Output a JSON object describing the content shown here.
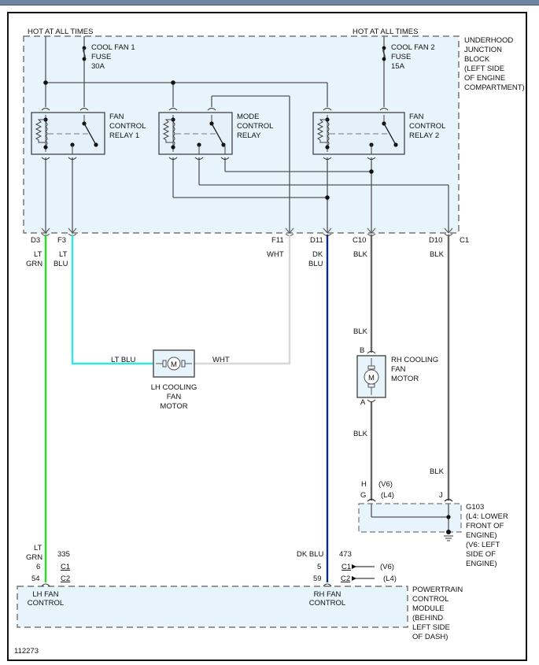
{
  "diagram": {
    "id_number": "112273",
    "hot_at_all_times_left": "HOT AT ALL TIMES",
    "hot_at_all_times_right": "HOT AT ALL TIMES",
    "fuse1": {
      "line1": "COOL FAN 1",
      "line2": "FUSE",
      "line3": "30A"
    },
    "fuse2": {
      "line1": "COOL FAN 2",
      "line2": "FUSE",
      "line3": "15A"
    },
    "junction_block": {
      "lines": [
        "UNDERHOOD",
        "JUNCTION",
        "BLOCK",
        "(LEFT SIDE",
        "OF ENGINE",
        "COMPARTMENT)"
      ]
    },
    "relays": [
      {
        "name": "fan-control-relay-1",
        "lines": [
          "FAN",
          "CONTROL",
          "RELAY 1"
        ]
      },
      {
        "name": "mode-control-relay",
        "lines": [
          "MODE",
          "CONTROL",
          "RELAY"
        ]
      },
      {
        "name": "fan-control-relay-2",
        "lines": [
          "FAN",
          "CONTROL",
          "RELAY 2"
        ]
      }
    ],
    "junction_pins": {
      "d3": "D3",
      "f3": "F3",
      "f11": "F11",
      "d11": "D11",
      "c10": "C10",
      "d10": "D10",
      "c1": "C1"
    },
    "wire_labels": {
      "d3": [
        "LT",
        "GRN"
      ],
      "f3": [
        "LT",
        "BLU"
      ],
      "f11": [
        "WHT"
      ],
      "d11": [
        "DK",
        "BLU"
      ],
      "c10": [
        "BLK"
      ],
      "d10": [
        "BLK"
      ],
      "lh_motor_left": "LT BLU",
      "lh_motor_right": "WHT",
      "rh_motor_top": "BLK",
      "rh_motor_bottom": "BLK",
      "g103_right": "BLK"
    },
    "wire_colors": {
      "lt_grn": "#22dd22",
      "lt_blu": "#33e6e6",
      "wht": "#d8d8d8",
      "dk_blu": "#0a2a8c",
      "blk": "#666666",
      "internal": "#555555"
    },
    "lh_motor": {
      "symbol": "M",
      "lines": [
        "LH COOLING",
        "FAN",
        "MOTOR"
      ]
    },
    "rh_motor": {
      "symbol": "M",
      "pin_top": "B",
      "pin_bottom": "A",
      "lines": [
        "RH COOLING",
        "FAN",
        "MOTOR"
      ]
    },
    "g103": {
      "pin_h": "H",
      "pin_h_variant": "(V6)",
      "pin_g": "G",
      "pin_g_variant": "(L4)",
      "pin_j": "J",
      "lines": [
        "G103",
        "(L4: LOWER",
        "FRONT OF",
        "ENGINE)",
        "(V6: LEFT",
        "SIDE OF",
        "ENGINE)"
      ]
    },
    "pcm": {
      "lines": [
        "POWERTRAIN",
        "CONTROL",
        "MODULE",
        "(BEHIND",
        "LEFT SIDE",
        "OF DASH)"
      ],
      "lh": {
        "wire": [
          "LT",
          "GRN"
        ],
        "circuit": "335",
        "pin_c1": "6",
        "pin_c2": "54",
        "conn_c1": "C1",
        "conn_c2": "C2",
        "label": [
          "LH FAN",
          "CONTROL"
        ]
      },
      "rh": {
        "wire": "DK BLU",
        "circuit": "473",
        "pin_c1": "5",
        "pin_c2": "59",
        "conn_c1": "C1",
        "conn_c2": "C2",
        "variant_c1": "(V6)",
        "variant_c2": "(L4)",
        "label": [
          "RH FAN",
          "CONTROL"
        ]
      }
    }
  }
}
